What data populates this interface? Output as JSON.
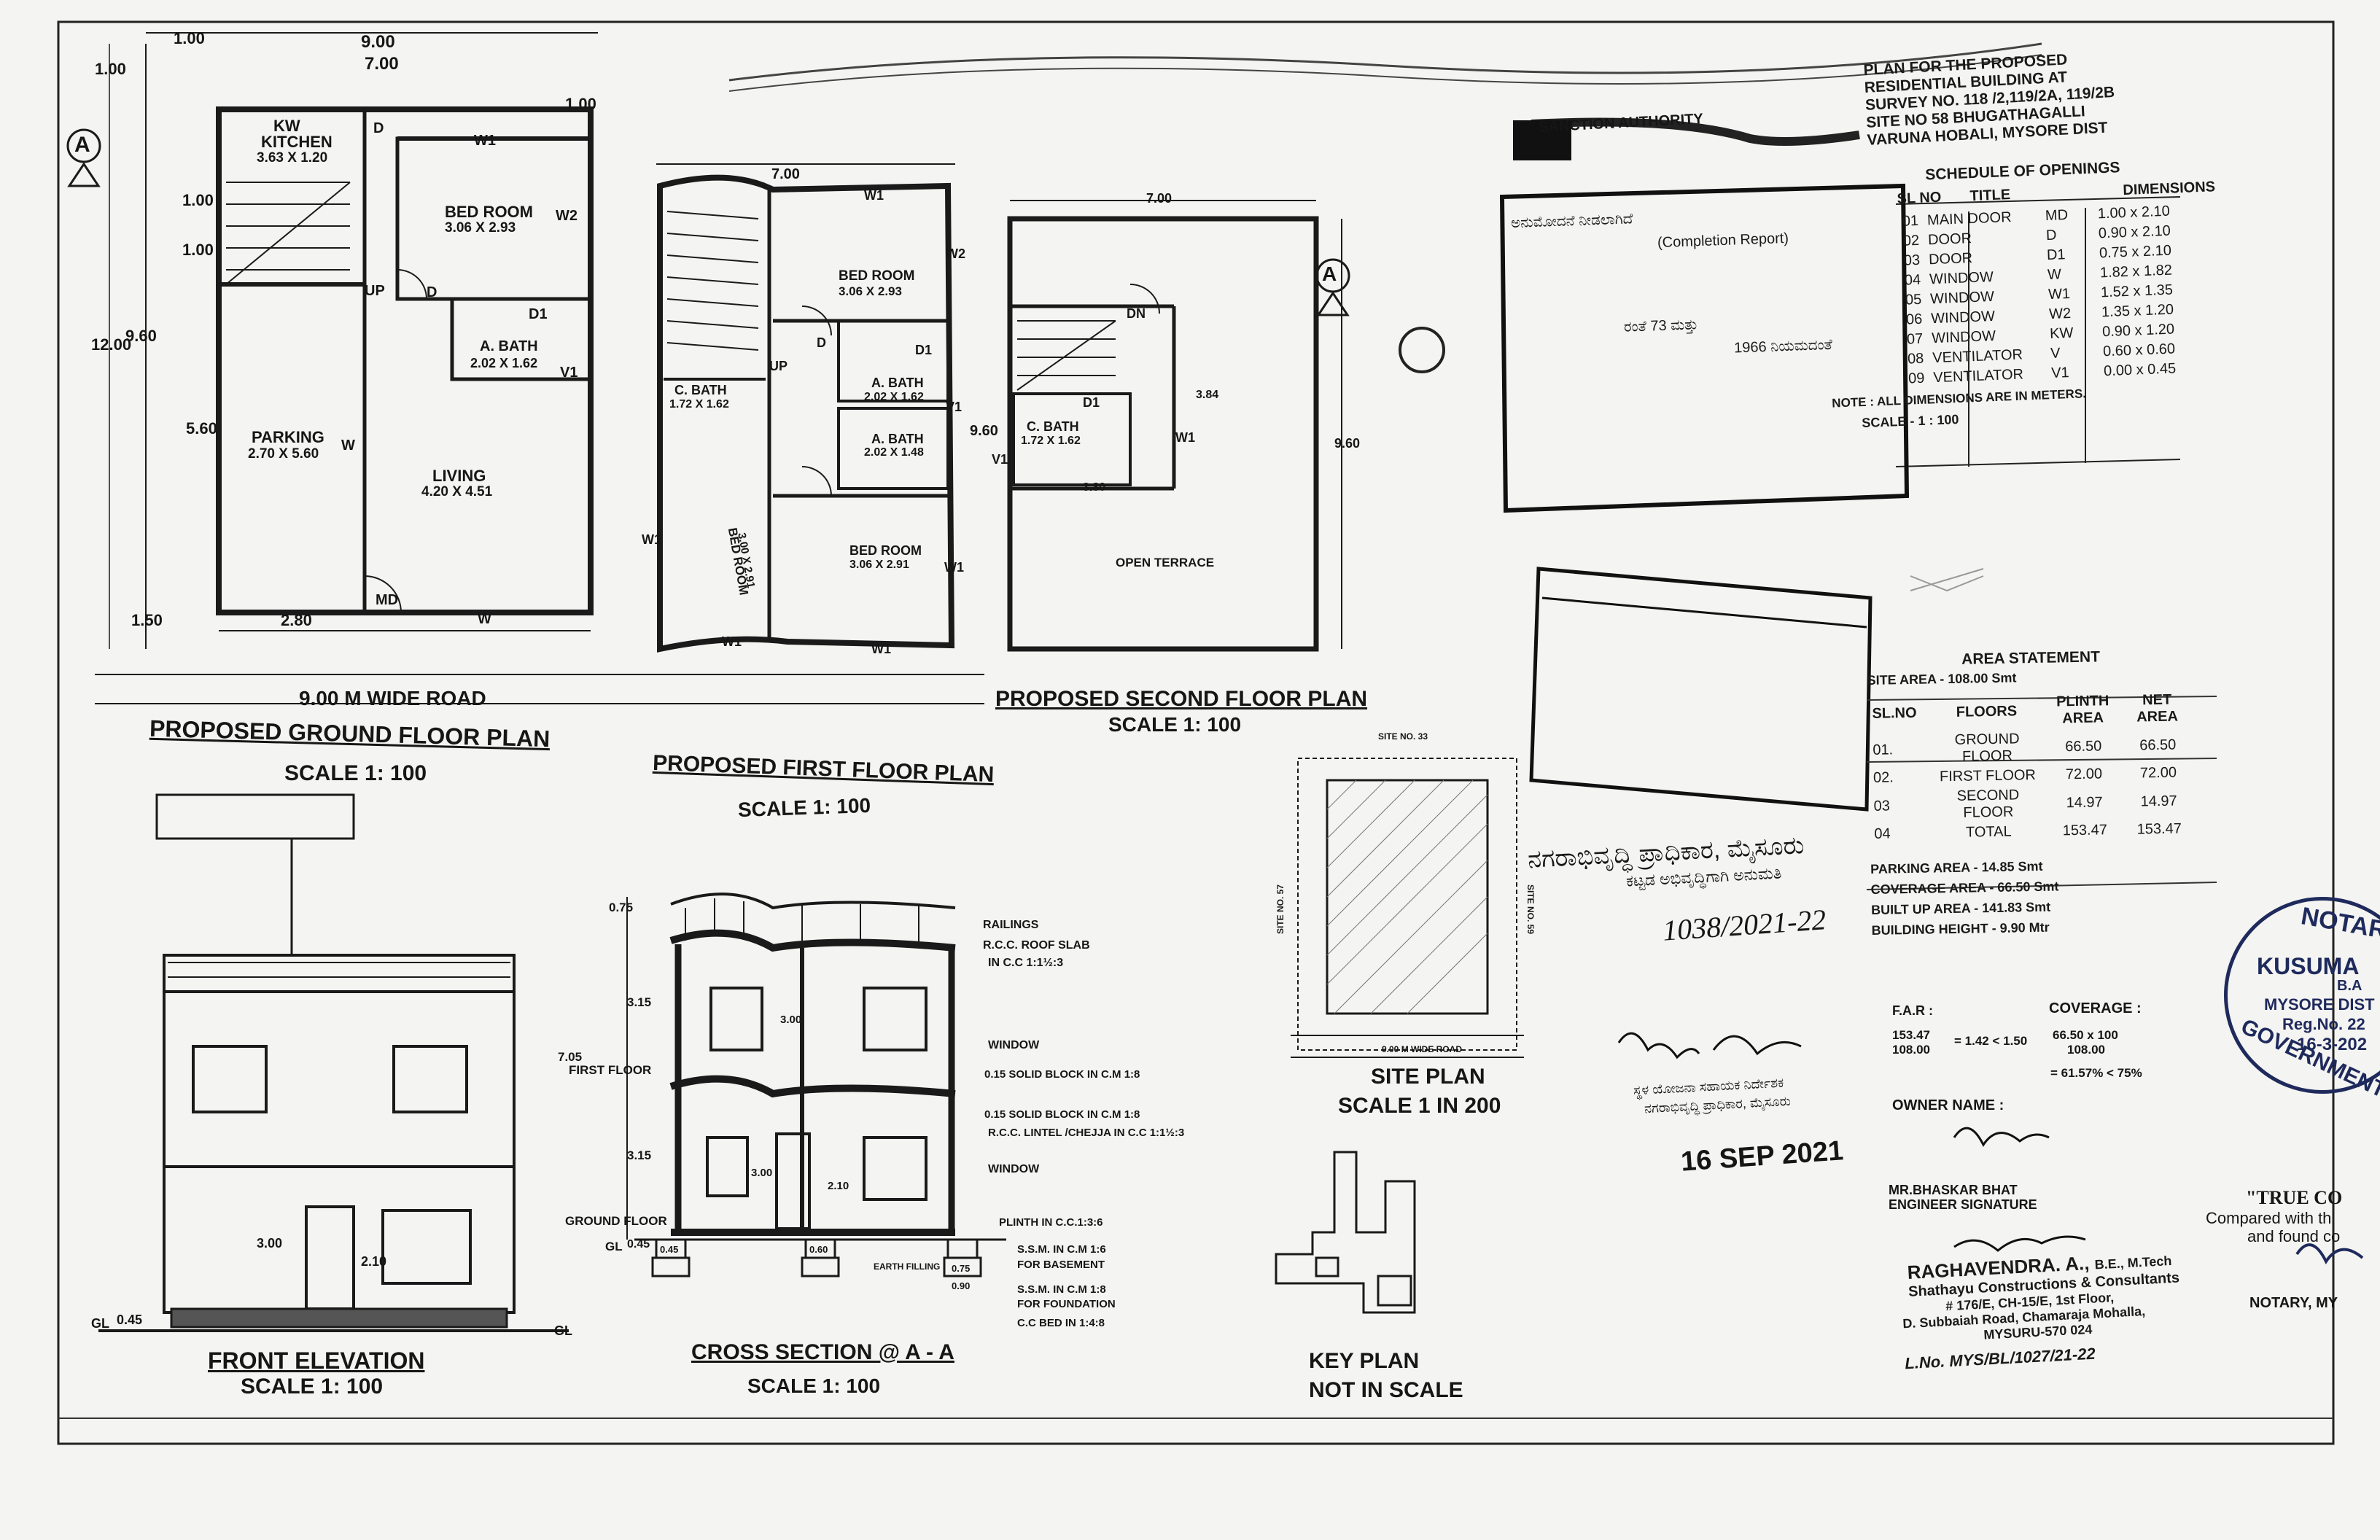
{
  "plans": {
    "ground": {
      "title": "PROPOSED GROUND FLOOR PLAN",
      "scale": "SCALE 1: 100",
      "road": "9.00 M WIDE ROAD",
      "section_mark": "A",
      "dims": {
        "top": "1.00",
        "top2": "9.00",
        "top3": "7.00",
        "right_top": "1.00",
        "left1": "1.00",
        "left2": "1.00",
        "left3": "1.00",
        "height": "12.00",
        "height2": "9.60",
        "left4": "5.60",
        "bottom_left": "1.50",
        "bottom": "2.80"
      },
      "rooms": [
        {
          "name": "KW"
        },
        {
          "name": "KITCHEN",
          "size": "3.63 X 1.20"
        },
        {
          "name": "BED ROOM",
          "size": "3.06 X 2.93"
        },
        {
          "name": "A. BATH",
          "size": "2.02 X 1.62"
        },
        {
          "name": "PARKING",
          "size": "2.70 X 5.60"
        },
        {
          "name": "LIVING",
          "size": "4.20 X 4.51"
        }
      ],
      "openings": [
        "D",
        "W1",
        "W2",
        "D",
        "D1",
        "V1",
        "UP",
        "W",
        "MD",
        "W"
      ]
    },
    "first": {
      "title": "PROPOSED FIRST FLOOR PLAN",
      "scale": "SCALE 1: 100",
      "dims": {
        "top": "7.00",
        "left": "9.60"
      },
      "rooms": [
        {
          "name": "BED ROOM",
          "size": "3.06 X 2.93"
        },
        {
          "name": "A. BATH",
          "size": "2.02 X 1.62"
        },
        {
          "name": "C. BATH",
          "size": "1.72 X 1.62"
        },
        {
          "name": "A. BATH",
          "size": "2.02 X 1.48"
        },
        {
          "name": "BED ROOM",
          "size": "3.06 X 2.91"
        },
        {
          "name": "BED ROOM",
          "size": "3.00 X 2.91"
        }
      ],
      "openings": [
        "W1",
        "W2",
        "D1",
        "V1",
        "W1",
        "W1",
        "D",
        "UP",
        "W1",
        "W1"
      ]
    },
    "second": {
      "title": "PROPOSED SECOND FLOOR PLAN",
      "scale": "SCALE 1: 100",
      "section_mark": "A",
      "dims": {
        "top": "7.00",
        "right": "9.60",
        "inner": "3.80",
        "inner2": "3.84"
      },
      "rooms": [
        {
          "name": "C. BATH",
          "size": "1.72 X 1.62"
        },
        {
          "name": "OPEN TERRACE"
        }
      ],
      "openings": [
        "DN",
        "D1",
        "V1",
        "W1"
      ]
    }
  },
  "elevation": {
    "title": "FRONT ELEVATION",
    "scale": "SCALE 1: 100",
    "labels": {
      "gl": "GL",
      "gl_val": "0.45",
      "gl2": "GL",
      "h": "3.00",
      "door": "2.10"
    }
  },
  "section": {
    "title": "CROSS SECTION @ A - A",
    "scale": "SCALE 1: 100",
    "labels": {
      "first_floor": "FIRST FLOOR",
      "ground_floor": "GROUND FLOOR",
      "gl": "GL",
      "gl_val": "0.45",
      "h_total": "7.05",
      "h1": "3.15",
      "h2": "3.15",
      "parapet": "0.75",
      "win1": "3.00",
      "win2": "3.00",
      "door": "2.10"
    },
    "notes": [
      "RAILINGS",
      "R.C.C. ROOF SLAB",
      "IN C.C 1:1½:3",
      "WINDOW",
      "0.15 SOLID BLOCK IN C.M 1:8",
      "0.15 SOLID BLOCK IN C.M 1:8",
      "R.C.C. LINTEL /CHEJJA IN C.C 1:1½:3",
      "WINDOW",
      "PLINTH IN C.C.1:3:6",
      "S.S.M. IN C.M 1:6",
      "FOR BASEMENT",
      "S.S.M. IN C.M 1:8",
      "FOR FOUNDATION",
      "C.C BED IN 1:4:8"
    ],
    "footing": [
      "0.45",
      "0.60",
      "0.75",
      "0.90",
      "EARTH FILLING"
    ]
  },
  "site_plan": {
    "title": "SITE PLAN",
    "scale": "SCALE 1 IN 200",
    "road": "9.00 M WIDE ROAD",
    "labels": [
      "SITE NO. 33",
      "SITE NO. 57",
      "SITE NO. 59"
    ]
  },
  "key_plan": {
    "title": "KEY PLAN",
    "scale": "NOT IN SCALE"
  },
  "header": {
    "lines": [
      "PLAN FOR THE PROPOSED",
      "RESIDENTIAL BUILDING AT",
      "SURVEY NO. 118 /2,119/2A, 119/2B",
      "SITE NO 58 BHUGATHAGALLI",
      "VARUNA HOBALI, MYSORE DIST"
    ],
    "sanction": "SANCTION AUTHORITY"
  },
  "schedule": {
    "title": "SCHEDULE OF OPENINGS",
    "headers": [
      "TITLE",
      "DIMENSIONS"
    ],
    "rows": [
      [
        "MAIN DOOR",
        "MD",
        "1.00 x 2.10"
      ],
      [
        "DOOR",
        "D",
        "0.90 x 2.10"
      ],
      [
        "DOOR",
        "D1",
        "0.75 x 2.10"
      ],
      [
        "WINDOW",
        "W",
        "1.82 x 1.82"
      ],
      [
        "WINDOW",
        "W1",
        "1.52 x 1.35"
      ],
      [
        "WINDOW",
        "W2",
        "1.35 x 1.20"
      ],
      [
        "WINDOW",
        "KW",
        "0.90 x 1.20"
      ],
      [
        "VENTILATOR",
        "V",
        "0.60 x 0.60"
      ],
      [
        "VENTILATOR",
        "V1",
        "0.00 x 0.45"
      ]
    ],
    "note": "NOTE : ALL DIMENSIONS ARE IN METERS.",
    "scale": "SCALE - 1 : 100",
    "sl_no": "SL NO",
    "sl": [
      "01",
      "02",
      "03",
      "04",
      "05",
      "06",
      "07",
      "08",
      "09"
    ]
  },
  "area_statement": {
    "title": "AREA STATEMENT",
    "site_area": "SITE AREA - 108.00 Smt",
    "headers": [
      "SL.NO",
      "FLOORS",
      "PLINTH AREA",
      "NET AREA"
    ],
    "rows": [
      [
        "01.",
        "GROUND FLOOR",
        "66.50",
        "66.50"
      ],
      [
        "02.",
        "FIRST FLOOR",
        "72.00",
        "72.00"
      ],
      [
        "03",
        "SECOND FLOOR",
        "14.97",
        "14.97"
      ],
      [
        "04",
        "TOTAL",
        "153.47",
        "153.47"
      ]
    ],
    "details": [
      "PARKING AREA - 14.85 Smt",
      "COVERAGE AREA - 66.50 Smt",
      "BUILT UP AREA - 141.83 Smt",
      "BUILDING HEIGHT - 9.90 Mtr"
    ],
    "far_label": "F.A.R :",
    "far_num": "153.47",
    "far_den": "108.00",
    "far_result": "= 1.42 < 1.50",
    "cov_label": "COVERAGE :",
    "cov_num": "66.50 x 100",
    "cov_den": "108.00",
    "cov_result": "= 61.57% < 75%"
  },
  "stamp_kannada": {
    "title": "ನಗರಾಭಿವೃದ್ಧಿ ಪ್ರಾಧಿಕಾರ, ಮೈಸೂರು",
    "subtitle": "ಕಟ್ಟಡ ಅಭಿವೃದ್ಧಿಗಾಗಿ ಅನುಮತಿ",
    "number": "1038/2021-22",
    "date": "16 SEP 2021",
    "footer": "ಸ್ಥಳ ಯೋಜನಾ ಸಹಾಯಕ ನಿರ್ದೇಶಕ",
    "footer2": "ನಗರಾಭಿವೃದ್ಧಿ ಪ್ರಾಧಿಕಾರ, ಮೈಸೂರು"
  },
  "sanction_text": [
    "ಅನುಮೋದನೆ ನೀಡಲಾಗಿದೆ",
    "(Completion Report)",
    "ರಂತೆ 73 ಮತ್ತು",
    "1966 ನಿಯಮದಂತೆ"
  ],
  "owner": {
    "label": "OWNER NAME :",
    "name": "MR.BHASKAR BHAT",
    "engineer": "ENGINEER SIGNATURE"
  },
  "engineer": {
    "name": "RAGHAVENDRA. A.,",
    "quals": "B.E., M.Tech",
    "firm": "Shathayu Constructions & Consultants",
    "addr1": "# 176/E, CH-15/E, 1st Floor,",
    "addr2": "D. Subbaiah Road, Chamaraja Mohalla,",
    "addr3": "MYSURU-570 024",
    "lno": "L.No. MYS/BL/1027/21-22"
  },
  "notary": {
    "top": "NOTARY",
    "name": "KUSUMA",
    "dist": "MYSORE DIST",
    "reg": "Reg.No. 22",
    "date": "16-3-202",
    "gov": "GOVERNMENT",
    "quals": "B.A",
    "true_copy": "\"TRUE CO",
    "compared": "Compared with th",
    "found": "and found co",
    "sig": "NOTARY, MY"
  },
  "colors": {
    "ink": "#1a1a1a",
    "stamp": "#1f2a5c",
    "paper": "#f4f4f2"
  }
}
